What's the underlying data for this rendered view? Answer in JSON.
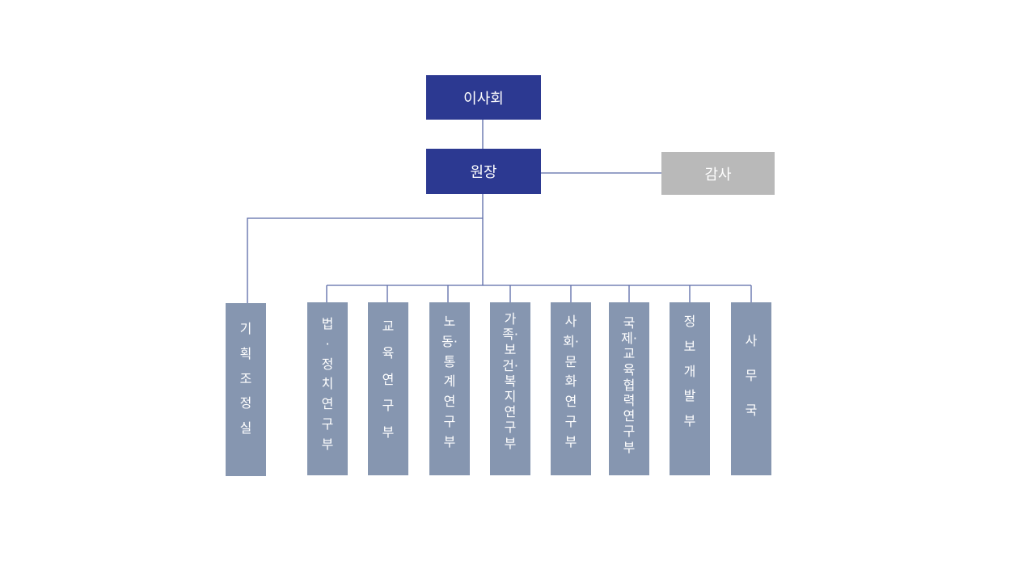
{
  "nodes": {
    "board": "이사회",
    "president": "원장",
    "audit": "감사"
  },
  "departments": [
    {
      "id": "planning",
      "chars": [
        "기",
        "획",
        "조",
        "정",
        "실"
      ]
    },
    {
      "id": "law-politics",
      "chars": [
        "법",
        "·",
        "정",
        "치",
        "연",
        "구",
        "부"
      ]
    },
    {
      "id": "education",
      "chars": [
        "교",
        "육",
        "연",
        "구",
        "부"
      ]
    },
    {
      "id": "labor-statistics",
      "chars": [
        "노",
        "동·",
        "통",
        "계",
        "연",
        "구",
        "부"
      ]
    },
    {
      "id": "family-health-welfare",
      "chars": [
        "가",
        "족·",
        "보",
        "건·",
        "복",
        "지",
        "연",
        "구",
        "부"
      ]
    },
    {
      "id": "society-culture",
      "chars": [
        "사",
        "회·",
        "문",
        "화",
        "연",
        "구",
        "부"
      ]
    },
    {
      "id": "intl-education-coop",
      "chars": [
        "국",
        "제·",
        "교",
        "육",
        "협",
        "력",
        "연",
        "구",
        "부"
      ]
    },
    {
      "id": "information-dev",
      "chars": [
        "정",
        "보",
        "개",
        "발",
        "부"
      ]
    },
    {
      "id": "secretariat",
      "chars": [
        "사",
        "무",
        "국"
      ]
    }
  ],
  "colors": {
    "navy": "#2c3991",
    "audit_gray": "#b9b9b9",
    "dept_slate": "#8696b0",
    "line": "#5b6aa8"
  }
}
